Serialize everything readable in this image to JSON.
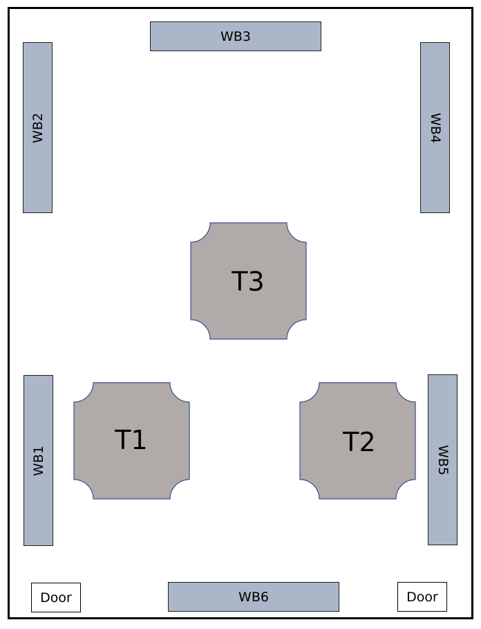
{
  "colors": {
    "whiteboard": "#abb6c8",
    "table": "#b0aba9",
    "table_outline": "#3b4e8a",
    "room_border": "#000000"
  },
  "whiteboards": {
    "wb1": "WB1",
    "wb2": "WB2",
    "wb3": "WB3",
    "wb4": "WB4",
    "wb5": "WB5",
    "wb6": "WB6"
  },
  "tables": {
    "t1": "T1",
    "t2": "T2",
    "t3": "T3"
  },
  "doors": {
    "left": "Door",
    "right": "Door"
  }
}
